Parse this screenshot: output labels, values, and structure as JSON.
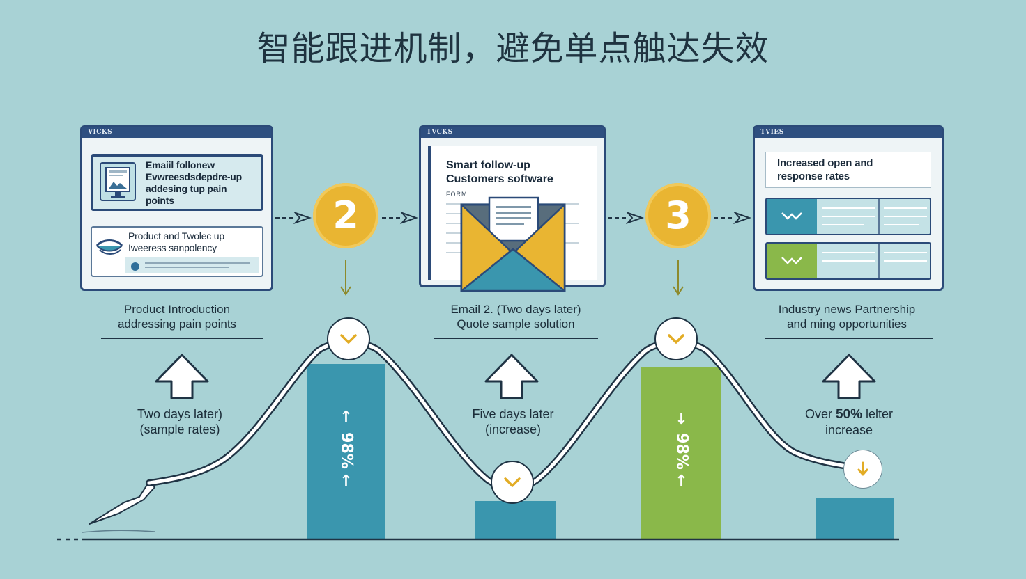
{
  "title": "智能跟进机制，避免单点触达失效",
  "colors": {
    "background": "#a8d2d5",
    "navy": "#2b4a78",
    "teal": "#3a96ae",
    "green": "#8ab84a",
    "yellow": "#e9b532",
    "text": "#1c2e3a"
  },
  "panels": {
    "p1": {
      "header": "VICKS",
      "card1": [
        "Emaiil follonew",
        "Evwreesdsdepdre-up",
        "addesing tup pain",
        "points"
      ],
      "card2": [
        "Product and Twolec up",
        "Iweeress sanpolency"
      ]
    },
    "p2": {
      "header": "TVCKS",
      "doc_title": [
        "Smart follow-up",
        "Customers software"
      ],
      "doc_form": "FORM ..."
    },
    "p3": {
      "header": "TVIES",
      "summary": [
        "Increased open and",
        "response rates"
      ]
    }
  },
  "steps": [
    "2",
    "3"
  ],
  "captions": [
    [
      "Product  Introduction",
      "addressing pain points"
    ],
    [
      "Email 2. (Two days later)",
      "Quote sample solution"
    ],
    [
      "Industry news Partnership",
      "and ming opportunities"
    ]
  ],
  "timing": [
    {
      "lines": [
        "Two days later)",
        "(sample rates)"
      ]
    },
    {
      "lines": [
        "Five days later",
        "(increase)"
      ]
    },
    {
      "prefix": "Over",
      "emphasis": "50%",
      "suffix": "lelter",
      "line2": "increase"
    }
  ],
  "bars": [
    {
      "top": "↑",
      "label": "98%",
      "bottom": "↑"
    },
    {
      "top": "↓",
      "label": "98%",
      "bottom": "↑"
    }
  ]
}
